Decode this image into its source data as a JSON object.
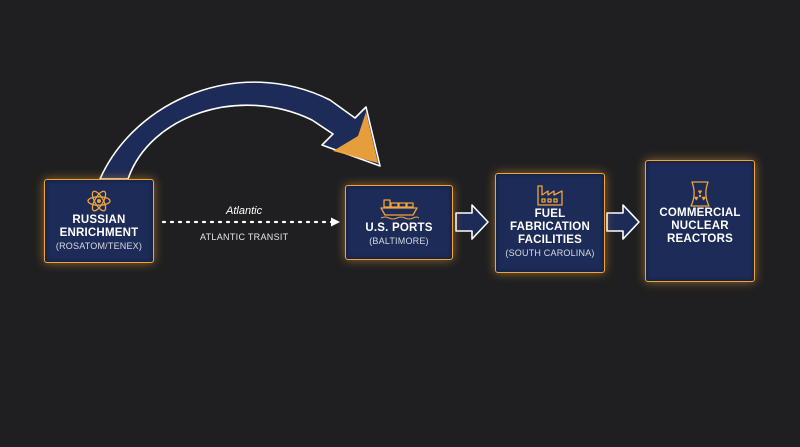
{
  "nodes": {
    "russia": {
      "title": "RUSSIAN\nENRICHMENT",
      "subtitle": "(ROSATOM/TENEX)",
      "icon": "atom-icon"
    },
    "ports": {
      "title": "U.S. PORTS",
      "subtitle": "(BALTIMORE)",
      "icon": "cargo-ship-icon"
    },
    "fuel": {
      "title": "FUEL\nFABRICATION\nFACILITIES",
      "subtitle": "(SOUTH CAROLINA)",
      "icon": "factory-icon"
    },
    "reactors": {
      "title": "COMMERCIAL\nNUCLEAR\nREACTORS",
      "icon": "cooling-tower-radiation-icon"
    }
  },
  "edges": {
    "atlantic_label": "Atlantic",
    "transit_label": "ATLANTIC TRANSIT"
  },
  "colors": {
    "background": "#1f1f21",
    "node_fill": "#1c2b57",
    "accent": "#f0a43a",
    "arrow_fill": "#1c2b57",
    "arrow_outline": "#ffffff"
  }
}
